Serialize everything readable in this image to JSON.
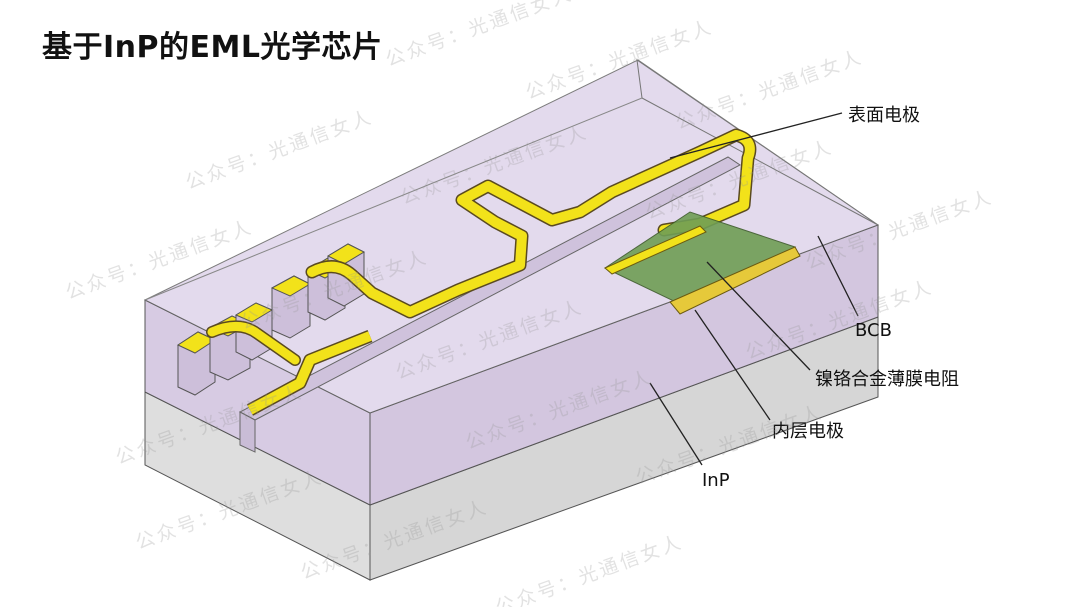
{
  "title": "基于InP的EML光学芯片",
  "labels": {
    "surface_electrode": "表面电极",
    "bcb": "BCB",
    "nicr_resistor": "镍铬合金薄膜电阻",
    "inner_electrode": "内层电极",
    "inp": "InP"
  },
  "watermark": "公众号：光通信女人",
  "colors": {
    "bcb": "#d9cce3",
    "inp": "#dcdcdc",
    "gold": "#f2e21a",
    "resistor": "#6f9e55",
    "lines": "#222222"
  }
}
